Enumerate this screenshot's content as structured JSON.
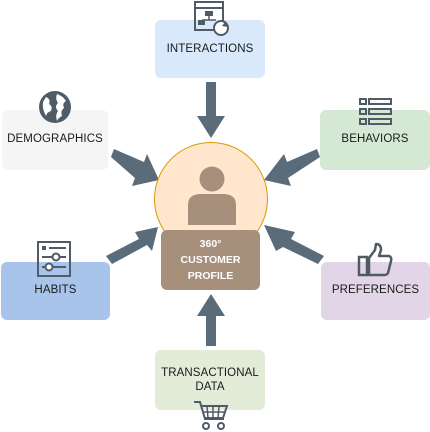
{
  "colors": {
    "arrow": "#5a6b7a",
    "icon": "#4f5b66",
    "person": "#a6907c",
    "circle_fill": "#ffe6cc",
    "circle_stroke": "#d79b00",
    "interactions_bg": "#dae8fc",
    "demographics_bg": "#f5f5f5",
    "behaviors_bg": "#d5e8d4",
    "habits_bg": "#a9c4eb",
    "preferences_bg": "#e1d5e7",
    "transactional_bg": "#e3ecd9",
    "profile_bg": "#a6907c"
  },
  "nodes": {
    "interactions": {
      "label": "INTERACTIONS",
      "icon": "flowchart-refresh-icon"
    },
    "demographics": {
      "label": "DEMOGRAPHICS",
      "icon": "globe-icon"
    },
    "behaviors": {
      "label": "BEHAVIORS",
      "icon": "list-icon"
    },
    "habits": {
      "label": "HABITS",
      "icon": "sliders-icon"
    },
    "preferences": {
      "label": "PREFERENCES",
      "icon": "thumbs-up-icon"
    },
    "transactional": {
      "label_line1": "TRANSACTIONAL",
      "label_line2": "DATA",
      "icon": "shopping-cart-icon"
    }
  },
  "center": {
    "line1": "360°",
    "line2": "CUSTOMER",
    "line3": "PROFILE",
    "icon": "person-icon"
  }
}
